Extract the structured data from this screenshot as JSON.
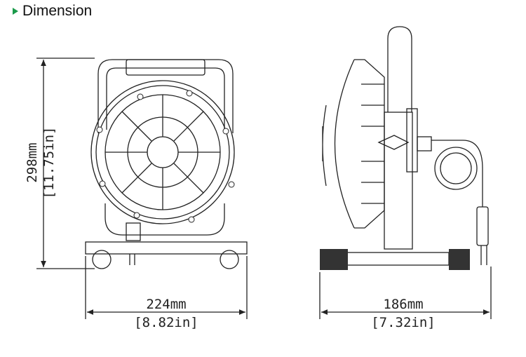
{
  "title": "Dimension",
  "accent_color": "#1a9a4a",
  "front_view": {
    "height_mm": "298mm",
    "height_in": "[11.75in]",
    "width_mm": "224mm",
    "width_in": "[8.82in]"
  },
  "side_view": {
    "depth_mm": "186mm",
    "depth_in": "[7.32in]"
  }
}
